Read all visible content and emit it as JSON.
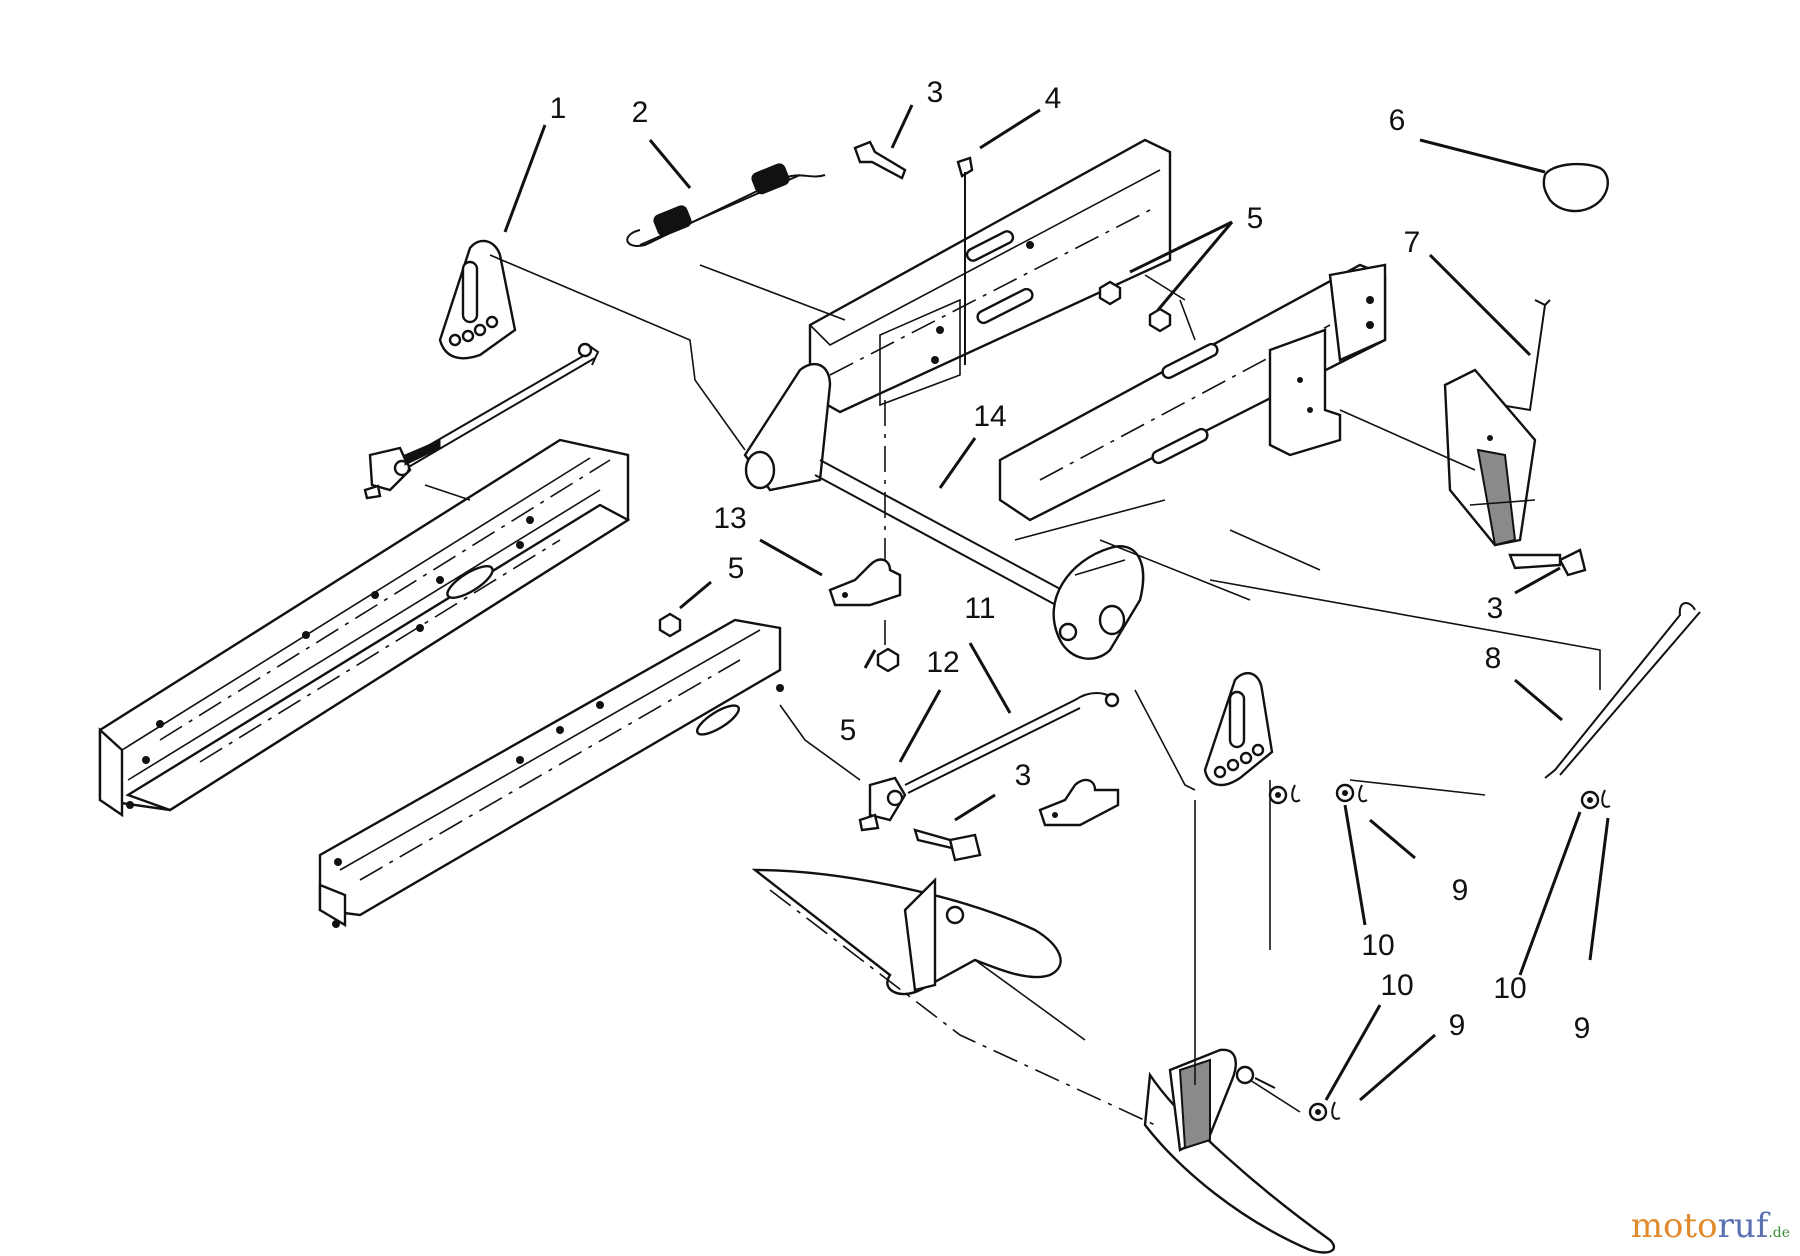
{
  "diagram": {
    "callouts": [
      {
        "id": "c1",
        "label": "1"
      },
      {
        "id": "c2",
        "label": "2"
      },
      {
        "id": "c3a",
        "label": "3"
      },
      {
        "id": "c4",
        "label": "4"
      },
      {
        "id": "c5a",
        "label": "5"
      },
      {
        "id": "c6",
        "label": "6"
      },
      {
        "id": "c7",
        "label": "7"
      },
      {
        "id": "c14",
        "label": "14"
      },
      {
        "id": "c13",
        "label": "13"
      },
      {
        "id": "c5b",
        "label": "5"
      },
      {
        "id": "c11",
        "label": "11"
      },
      {
        "id": "c12",
        "label": "12"
      },
      {
        "id": "c5c",
        "label": "5"
      },
      {
        "id": "c3b",
        "label": "3"
      },
      {
        "id": "c3c",
        "label": "3"
      },
      {
        "id": "c8",
        "label": "8"
      },
      {
        "id": "c9a",
        "label": "9"
      },
      {
        "id": "c10a",
        "label": "10"
      },
      {
        "id": "c10b",
        "label": "10"
      },
      {
        "id": "c9b",
        "label": "9"
      },
      {
        "id": "c10c",
        "label": "10"
      },
      {
        "id": "c9c",
        "label": "9"
      }
    ]
  },
  "watermark": {
    "part1": "moto",
    "part2": "ruf",
    "part3": ".de"
  }
}
